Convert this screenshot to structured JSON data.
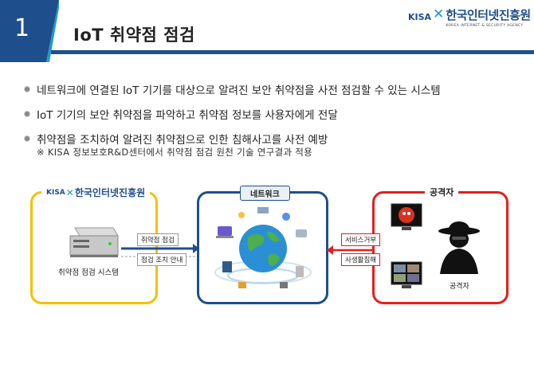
{
  "slide": {
    "number": "1",
    "title": "IoT 취약점 점검"
  },
  "logo": {
    "kisa": "KISA",
    "korean": "한국인터넷진흥원",
    "english": "KOREA INTERNET & SECURITY AGENCY"
  },
  "bullets": [
    "네트워크에 연결된 IoT 기기를 대상으로 알려진 보안 취약점을 사전 점검할 수 있는 시스템",
    "IoT 기기의 보안 취약점을 파악하고 취약점 정보를 사용자에게 전달",
    "취약점을 조치하여 알려진 취약점으로 인한 침해사고를 사전 예방"
  ],
  "note": "※ KISA 정보보호R&D센터에서 취약점 점검 원천 기술 연구결과 적용",
  "diagram": {
    "kisa_panel": {
      "logo_kisa": "KISA",
      "logo_korean": "한국인터넷진흥원",
      "caption": "취약점 점검 시스템"
    },
    "network_panel": {
      "label": "네트워크"
    },
    "attacker_panel": {
      "label": "공격자",
      "caption": "공격자"
    },
    "arrows": {
      "scan": "취약점 점검",
      "guide": "점검 조치 안내",
      "dos": "서비스거부",
      "privacy": "사생활침해"
    }
  },
  "colors": {
    "header_blue": "#1f4e8c",
    "accent_cyan": "#1f9ad6",
    "kisa_yellow": "#f2c200",
    "attack_red": "#e41f1f"
  }
}
